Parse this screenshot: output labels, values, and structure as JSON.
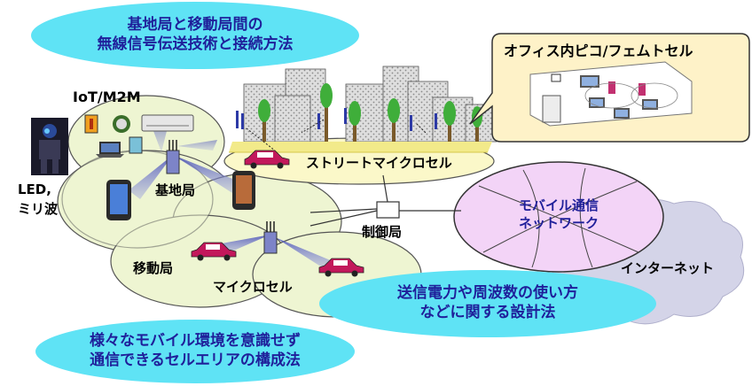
{
  "bubbles": {
    "top_line1": "基地局と移動局間の",
    "top_line2": "無線信号伝送技術と接続方法",
    "mid_line1": "送信電力や周波数の使い方",
    "mid_line2": "などに関する設計法",
    "bottom_line1": "様々なモバイル環境を意識せず",
    "bottom_line2": "通信できるセルエリアの構成法"
  },
  "callout": {
    "title": "オフィス内ピコ/フェムトセル"
  },
  "labels": {
    "iot": "IoT/M2M",
    "led_line1": "LED,",
    "led_line2": "ミリ波",
    "base_station": "基地局",
    "mobile_station": "移動局",
    "microcell": "マイクロセル",
    "street_microcell": "ストリートマイクロセル",
    "control_station": "制御局",
    "internet": "インターネット"
  },
  "network": {
    "line1": "モバイル通信",
    "line2": "ネットワーク"
  },
  "colors": {
    "bubble_cyan": "#5fe3f5",
    "bubble_text": "#1f1f9a",
    "cell_fill": "#eef5d2",
    "street_fill": "#fbf8c9",
    "network_fill": "#f3d4f7",
    "cloud_fill": "#d4d4e8",
    "callout_fill": "#fef2c8",
    "beam": "#6f76c9"
  }
}
